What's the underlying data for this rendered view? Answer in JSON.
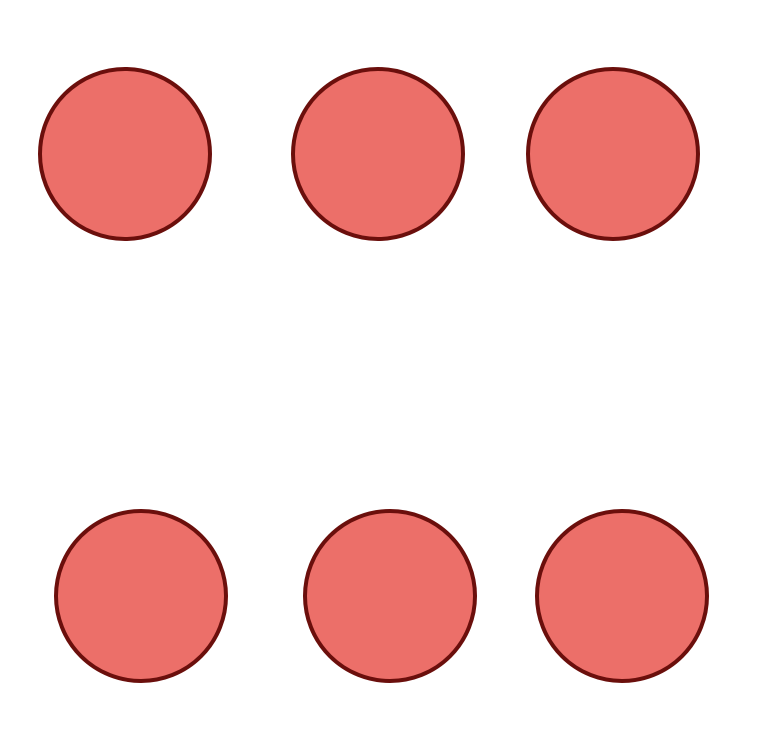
{
  "figure": {
    "shape": "circle",
    "row_count": 2,
    "counts_per_row": [
      3,
      3
    ],
    "total_count": 6
  },
  "colors": {
    "fill": "#ec6f69",
    "stroke": "#6b0f0c",
    "background": "#ffffff"
  }
}
